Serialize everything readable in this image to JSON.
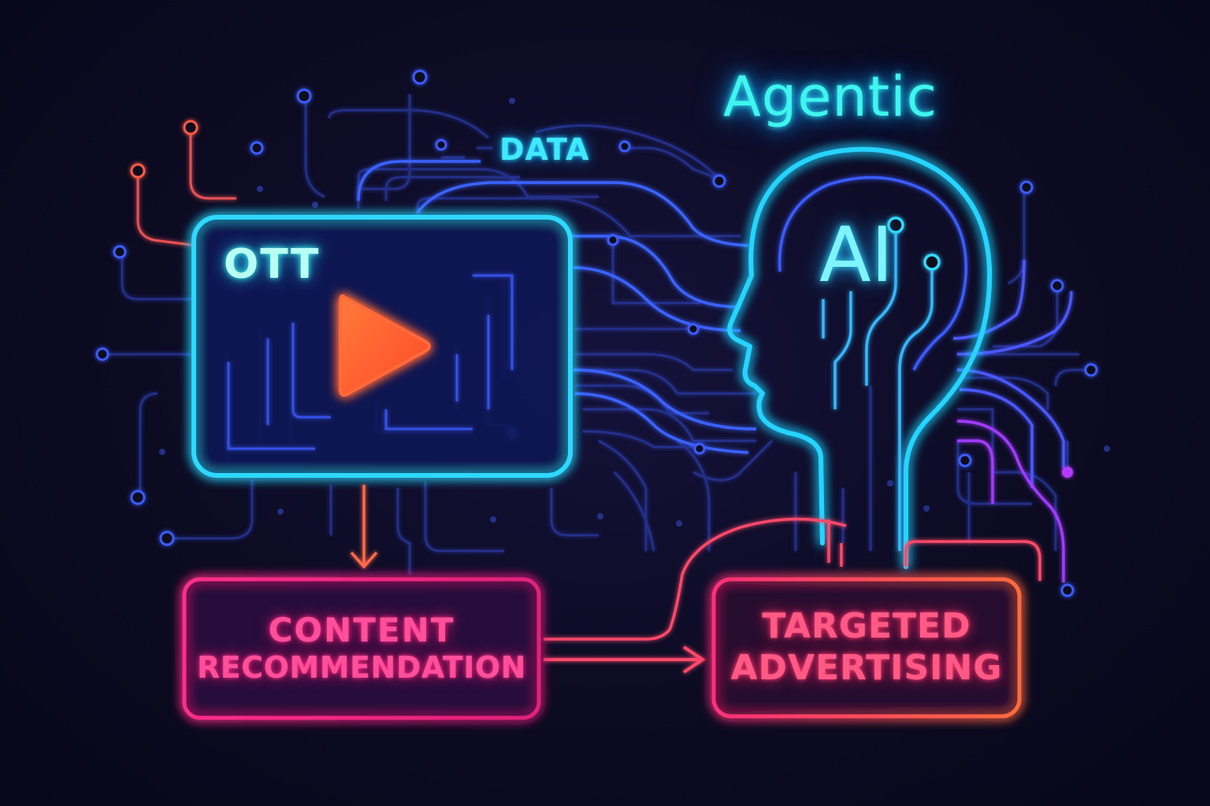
{
  "title": "Agentic",
  "data_label": "DATA",
  "ott_label": "OTT",
  "ai_label": "AI",
  "content_box": {
    "line1": "CONTENT",
    "line2": "RECOMMENDATION"
  },
  "ads_box": {
    "line1": "TARGETED",
    "line2": "ADVERTISING"
  },
  "colors": {
    "cyan": "#2fe4ff",
    "blue": "#2f4fe0",
    "magenta": "#ff2f8a",
    "orange": "#ff6a3c",
    "play": "#ff5a2c",
    "background": "#0b0a1e"
  },
  "icons": [
    "play-icon",
    "head-icon"
  ]
}
